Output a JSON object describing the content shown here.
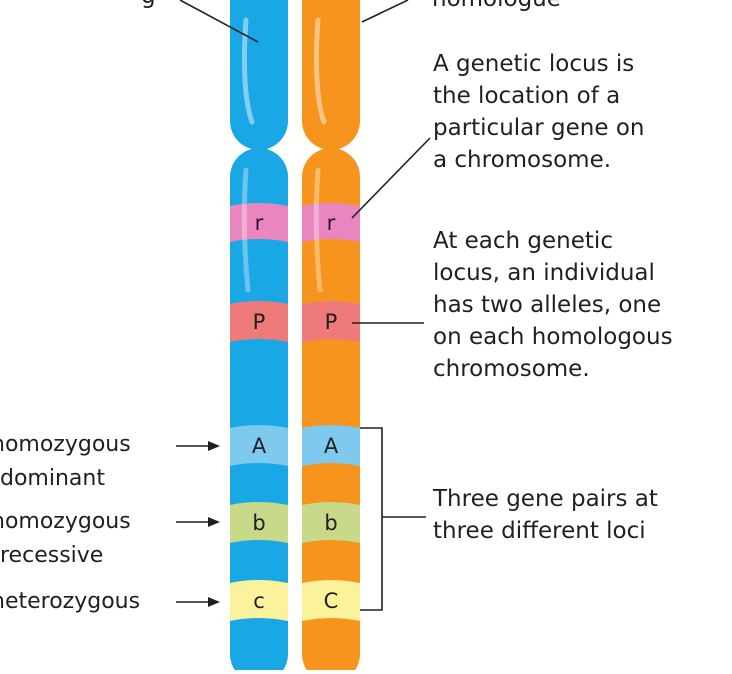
{
  "colors": {
    "blue_chromosome": "#1aa7e6",
    "orange_chromosome": "#f7941d",
    "band_r": "#e985bf",
    "band_P": "#ef7a7a",
    "band_A": "#7ec9ee",
    "band_b": "#c8d98a",
    "band_c": "#fbf39b",
    "line": "#231f20"
  },
  "top_labels": {
    "left_partial": "g",
    "right_partial": "homologue"
  },
  "bands": {
    "blue": [
      "r",
      "P",
      "A",
      "b",
      "c"
    ],
    "orange": [
      "r",
      "P",
      "A",
      "b",
      "C"
    ]
  },
  "annotations": {
    "locus_text": [
      "A genetic locus is",
      "the location of a",
      "particular gene on",
      "a chromosome."
    ],
    "alleles_text": [
      "At each genetic",
      "locus, an individual",
      "has two alleles, one",
      "on each homologous",
      "chromosome."
    ],
    "gene_pairs_text": [
      "Three gene pairs at",
      "three different loci"
    ]
  },
  "genotype_labels": {
    "homozygous_dominant": [
      "homozygous",
      "dominant"
    ],
    "homozygous_recessive": [
      "homozygous",
      "recessive"
    ],
    "heterozygous": [
      "heterozygous"
    ]
  }
}
